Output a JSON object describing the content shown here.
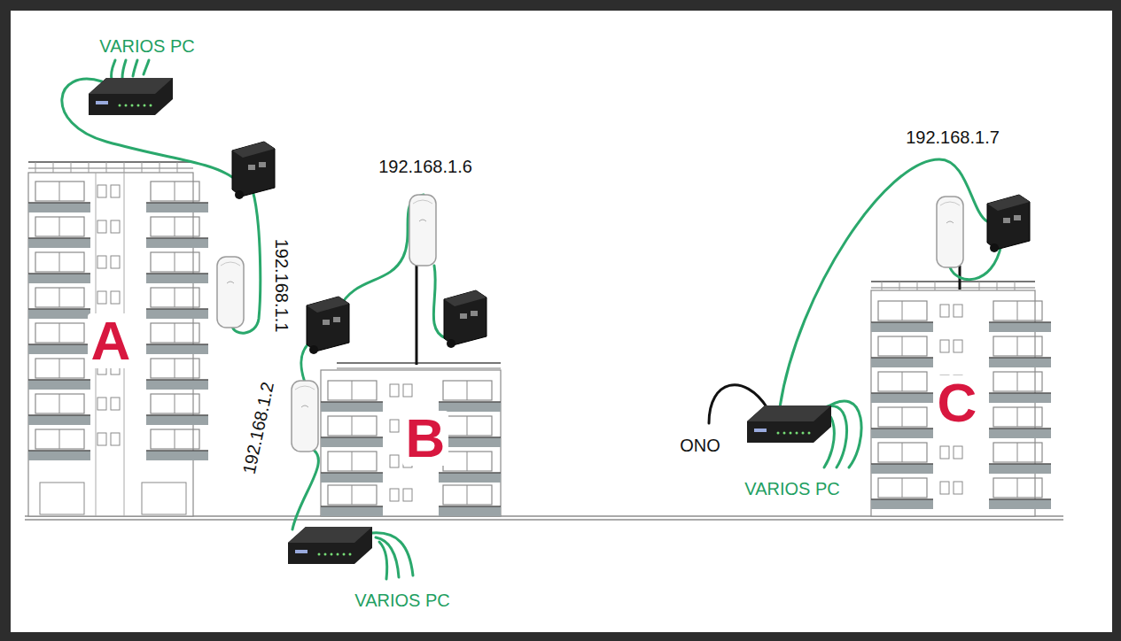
{
  "diagram": {
    "nodes": [
      {
        "text": [
          "A"
        ]
      },
      {
        "text": [
          "B"
        ]
      },
      {
        "text": [
          "C"
        ]
      }
    ],
    "labels": [
      "VARIOS PC",
      "192.168.1.1",
      "192.168.1.6",
      "192.168.1.2",
      "VARIOS PC",
      "192.168.1.7",
      "ONO",
      "VARIOS PC"
    ]
  }
}
